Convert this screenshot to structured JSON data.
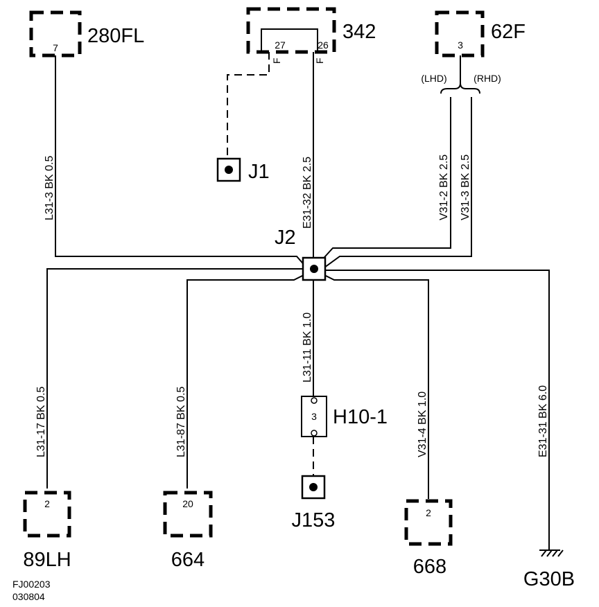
{
  "components": {
    "c280fl": {
      "label": "280FL",
      "pin": "7"
    },
    "c342": {
      "label": "342",
      "pin_a": "27",
      "pin_b": "26",
      "mark_a": "F",
      "mark_b": "F"
    },
    "c62f": {
      "label": "62F",
      "pin": "3",
      "lhd": "(LHD)",
      "rhd": "(RHD)"
    },
    "j1": {
      "label": "J1"
    },
    "j2": {
      "label": "J2"
    },
    "h10": {
      "label": "H10-1",
      "pin": "3"
    },
    "j153": {
      "label": "J153"
    },
    "c89lh": {
      "label": "89LH",
      "pin": "2"
    },
    "c664": {
      "label": "664",
      "pin": "20"
    },
    "c668": {
      "label": "668",
      "pin": "2"
    },
    "g30b": {
      "label": "G30B"
    }
  },
  "wires": {
    "l31_3": "L31-3  BK  0.5",
    "e31_32": "E31-32  BK  2.5",
    "v31_2": "V31-2  BK  2.5",
    "v31_3": "V31-3  BK  2.5",
    "l31_17": "L31-17  BK  0.5",
    "l31_87": "L31-87  BK  0.5",
    "l31_11": "L31-11 BK 1.0",
    "v31_4": "V31-4  BK  1.0",
    "e31_31": "E31-31  BK  6.0"
  },
  "footer": {
    "line1": "FJ00203",
    "line2": "030804"
  }
}
